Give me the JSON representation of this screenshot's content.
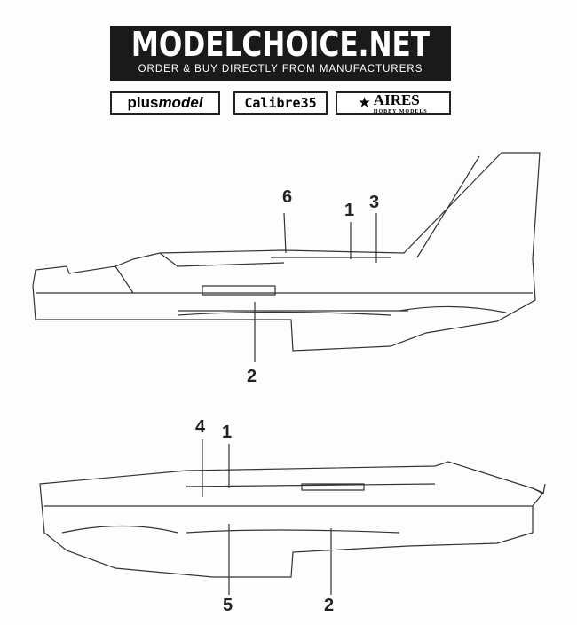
{
  "header": {
    "site": "MODELCHOICE.NET",
    "tagline": "ORDER & BUY DIRECTLY FROM MANUFACTURERS"
  },
  "brands": {
    "plus_a": "plus",
    "plus_b": "model",
    "calibre": "Calibre35",
    "aires": "AIRES",
    "aires_sub": "HOBBY MODELS"
  },
  "callouts_top": [
    "6",
    "1",
    "3",
    "2"
  ],
  "callouts_bottom": [
    "4",
    "1",
    "5",
    "2"
  ]
}
